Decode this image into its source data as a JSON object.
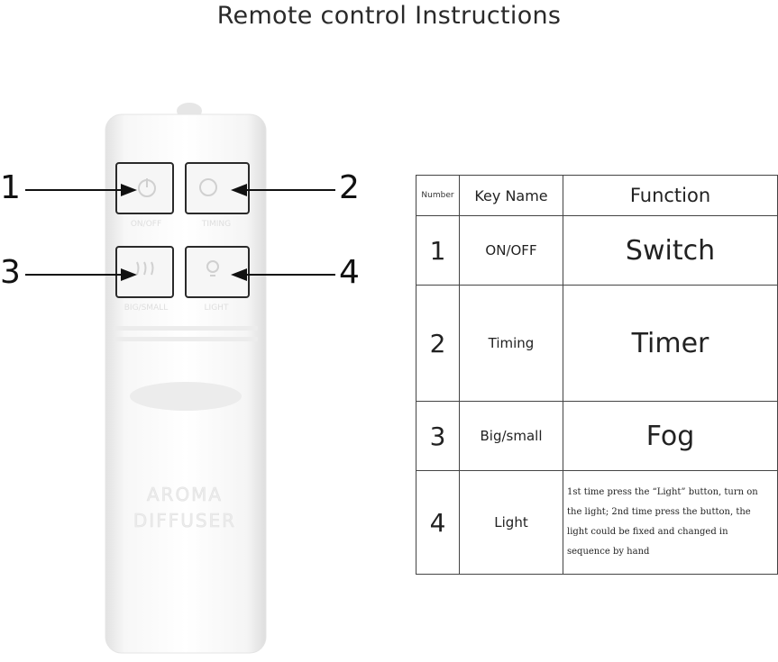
{
  "title": "Remote control Instructions",
  "callouts": [
    "1",
    "2",
    "3",
    "4"
  ],
  "remote": {
    "button_labels": [
      "ON/OFF",
      "TIMING",
      "BIG/SMALL",
      "LIGHT"
    ],
    "brand_line1": "AROMA",
    "brand_line2": "DIFFUSER"
  },
  "table": {
    "headers": {
      "number": "Number",
      "key_name": "Key Name",
      "function": "Function"
    },
    "rows": [
      {
        "number": "1",
        "key": "ON/OFF",
        "function": "Switch"
      },
      {
        "number": "2",
        "key": "Timing",
        "function": "Timer"
      },
      {
        "number": "3",
        "key": "Big/small",
        "function": "Fog"
      },
      {
        "number": "4",
        "key": "Light",
        "function": "1st time press the “Light” button, turn on the light; 2nd time press the button, the light could be fixed and changed in sequence by hand"
      }
    ]
  }
}
